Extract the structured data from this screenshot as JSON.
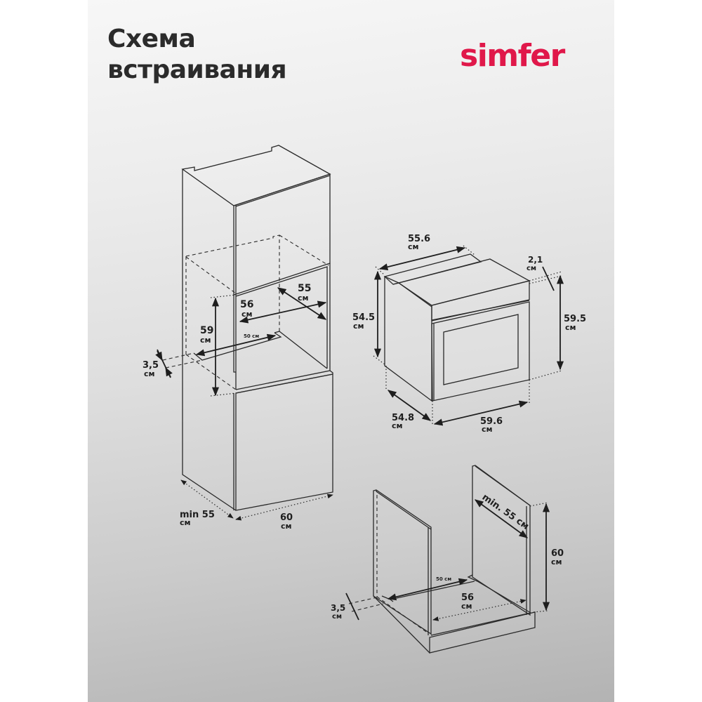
{
  "header": {
    "title_line1": "Схема",
    "title_line2": "встраивания",
    "brand": "simfer",
    "brand_color": "#e0184a"
  },
  "colors": {
    "panel_top": "#f7f7f7",
    "panel_bottom": "#b3b3b3",
    "line": "#2a2a2a"
  },
  "tall_cabinet": {
    "niche_width": {
      "value": "56",
      "unit": "см"
    },
    "niche_depth": {
      "value": "55",
      "unit": "см"
    },
    "niche_height": {
      "value": "59",
      "unit": "см"
    },
    "vent_length": {
      "value": "50",
      "unit": "см",
      "text": "50 см"
    },
    "vent_gap": {
      "value": "3,5",
      "unit": "см"
    },
    "cabinet_depth": {
      "value": "min 55",
      "unit": "см"
    },
    "cabinet_width": {
      "value": "60",
      "unit": "см"
    }
  },
  "oven": {
    "top_depth": {
      "value": "55.6",
      "unit": "см"
    },
    "front_thickness": {
      "value": "2,1",
      "unit": "см"
    },
    "body_height": {
      "value": "54.5",
      "unit": "см"
    },
    "front_height": {
      "value": "59.5",
      "unit": "см"
    },
    "body_depth": {
      "value": "54.8",
      "unit": "см"
    },
    "front_width": {
      "value": "59.6",
      "unit": "см"
    }
  },
  "base_cabinet": {
    "depth": {
      "text": "min. 55 см"
    },
    "height": {
      "value": "60",
      "unit": "см"
    },
    "niche_width": {
      "value": "56",
      "unit": "см"
    },
    "vent_length": {
      "text": "50 см"
    },
    "vent_gap": {
      "value": "3,5",
      "unit": "см"
    }
  }
}
